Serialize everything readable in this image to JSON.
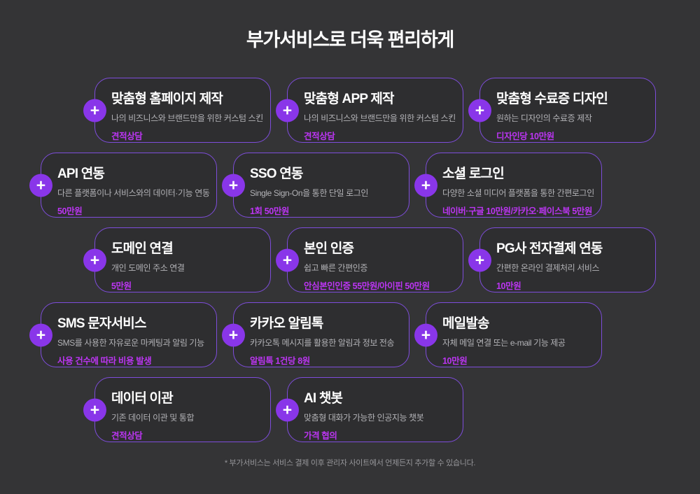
{
  "page": {
    "title": "부가서비스로 더욱 편리하게",
    "footnote": "* 부가서비스는 서비스 결제 이후 관리자 사이트에서 언제든지 추가할 수 있습니다."
  },
  "icon": {
    "plus_glyph": "+"
  },
  "colors": {
    "background": "#343436",
    "card_bg": "rgba(0,0,0,0.10)",
    "card_border": "#7e4ddb",
    "plus_bg": "#8936e9",
    "plus_glyph_color": "#ffffff",
    "title": "#ffffff",
    "desc": "#b2b2b6",
    "price": "#bb35f2",
    "footnote": "#97979b"
  },
  "cards": [
    {
      "title": "맞춤형 홈페이지 제작",
      "desc": "나의 비즈니스와 브랜드만을 위한 커스텀 스킨",
      "price": "견적상담"
    },
    {
      "title": "맞춤형 APP 제작",
      "desc": "나의 비즈니스와 브랜드만을 위한 커스텀 스킨",
      "price": "견적상담"
    },
    {
      "title": "맞춤형 수료증 디자인",
      "desc": "원하는 디자인의 수료증 제작",
      "price": "디자인당 10만원"
    },
    {
      "title": "API 연동",
      "desc": "다른 플랫폼이나 서비스와의 데이터·기능 연동",
      "price": "50만원"
    },
    {
      "title": "SSO 연동",
      "desc": "Single Sign-On을 통한 단일 로그인",
      "price": "1회 50만원"
    },
    {
      "title": "소셜 로그인",
      "desc": "다양한 소셜 미디어 플랫폼을 통한 간편로그인",
      "price": "네이버·구글 10만원/카카오·페이스북 5만원"
    },
    {
      "title": "도메인 연결",
      "desc": "개인 도메인 주소 연결",
      "price": "5만원"
    },
    {
      "title": "본인 인증",
      "desc": "쉽고 빠른 간편인증",
      "price": "안심본인인증 55만원/아이핀 50만원"
    },
    {
      "title": "PG사 전자결제 연동",
      "desc": "간편한 온라인 결제처리 서비스",
      "price": "10만원"
    },
    {
      "title": "SMS 문자서비스",
      "desc": "SMS를 사용한 자유로운 마케팅과 알림 기능",
      "price": "사용 건수에 따라 비용 발생"
    },
    {
      "title": "카카오 알림톡",
      "desc": "카카오톡 메시지를 활용한 알림과 정보 전송",
      "price": "알림톡 1건당 8원"
    },
    {
      "title": "메일발송",
      "desc": "자체 메일 연결 또는 e-mail 기능 제공",
      "price": "10만원"
    },
    {
      "title": "데이터 이관",
      "desc": "기존 데이터 이관 및 통합",
      "price": "견적상담"
    },
    {
      "title": "AI 챗봇",
      "desc": "맞춤형 대화가 가능한 인공지능 챗봇",
      "price": "가격 협의"
    }
  ]
}
